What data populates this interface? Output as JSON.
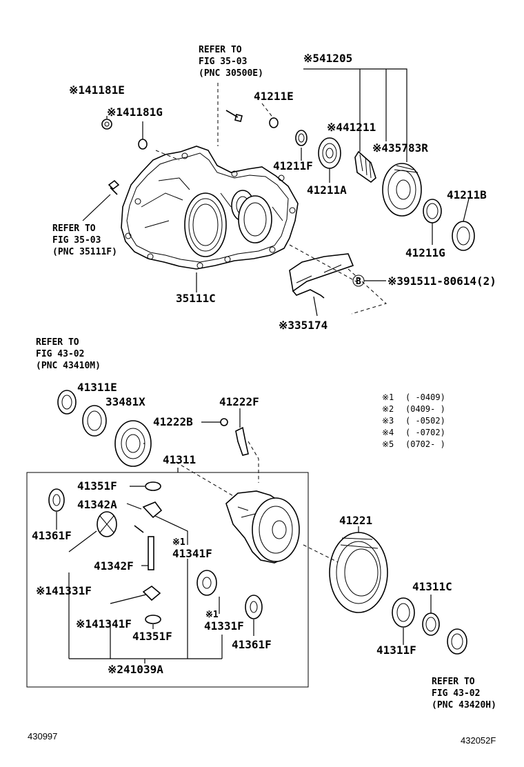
{
  "labels": {
    "refer1": [
      "REFER TO",
      "FIG 35-03",
      "(PNC 30500E)"
    ],
    "refer2": [
      "REFER TO",
      "FIG 35-03",
      "(PNC 35111F)"
    ],
    "refer3": [
      "REFER TO",
      "FIG 43-02",
      "(PNC 43410M)"
    ],
    "refer4": [
      "REFER TO",
      "FIG 43-02",
      "(PNC 43420H)"
    ],
    "p41205": "※541205",
    "p41181E": "※141181E",
    "p41181G": "※141181G",
    "p41211E": "41211E",
    "p41211": "※441211",
    "p435783R": "※435783R",
    "p41211F_top": "41211F",
    "p41211A": "41211A",
    "p41211B": "41211B",
    "p41211G": "41211G",
    "p35111C": "35111C",
    "p91511": "※391511-80614(2)",
    "p35174": "※335174",
    "circleB": "B",
    "p41311E": "41311E",
    "p33481X": "33481X",
    "p41222F": "41222F",
    "p41222B": "41222B",
    "p41311": "41311",
    "p41351F_a": "41351F",
    "p41342A": "41342A",
    "p41361F_a": "41361F",
    "p41341F_a1": "※1",
    "p41341F_a2": "41341F",
    "p41342F": "41342F",
    "p41331F_a": "※141331F",
    "p41341F_b": "※141341F",
    "p41351F_b": "41351F",
    "p41331F_b1": "※1",
    "p41331F_b2": "41331F",
    "p41361F_b": "41361F",
    "p41039A": "※241039A",
    "p41221": "41221",
    "p41311C": "41311C",
    "p41311F": "41311F"
  },
  "legend": [
    {
      "mark": "※1",
      "range": "(      -0409)"
    },
    {
      "mark": "※2",
      "range": "(0409-      )"
    },
    {
      "mark": "※3",
      "range": "(      -0502)"
    },
    {
      "mark": "※4",
      "range": "(      -0702)"
    },
    {
      "mark": "※5",
      "range": "(0702-      )"
    }
  ],
  "footer": {
    "left": "430997",
    "right": "432052F"
  }
}
